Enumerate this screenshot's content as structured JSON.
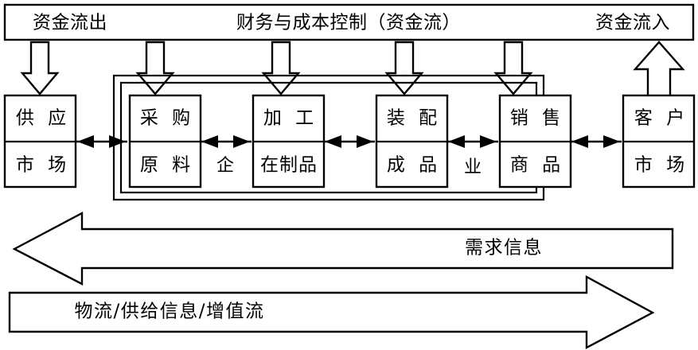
{
  "diagram": {
    "title_banner": {
      "left_label": "资金流出",
      "center_label": "财务与成本控制（资金流）",
      "right_label": "资金流入"
    },
    "enterprise_label": {
      "char_1": "企",
      "char_2": "业"
    },
    "nodes": [
      {
        "id": "supply-market",
        "top": "供 应",
        "bottom": "市 场"
      },
      {
        "id": "purchasing",
        "top": "采 购",
        "bottom": "原 料"
      },
      {
        "id": "processing",
        "top": "加 工",
        "bottom": "在制品"
      },
      {
        "id": "assembly",
        "top": "装 配",
        "bottom": "成 品"
      },
      {
        "id": "sales",
        "top": "销 售",
        "bottom": "商 品"
      },
      {
        "id": "customer-market",
        "top": "客 户",
        "bottom": "市 场"
      }
    ],
    "flow_arrows": [
      {
        "id": "demand-information",
        "label": "需求信息",
        "direction": "left"
      },
      {
        "id": "logistics-supply-value",
        "label": "物流/供给信息/增值流",
        "direction": "right"
      }
    ],
    "cash_arrows": {
      "outflow_count": 5,
      "inflow_count": 1,
      "outflow_name": "cash-outflow-arrow",
      "inflow_name": "cash-inflow-arrow"
    },
    "colors": {
      "stroke": "#000000",
      "background": "#ffffff"
    }
  }
}
